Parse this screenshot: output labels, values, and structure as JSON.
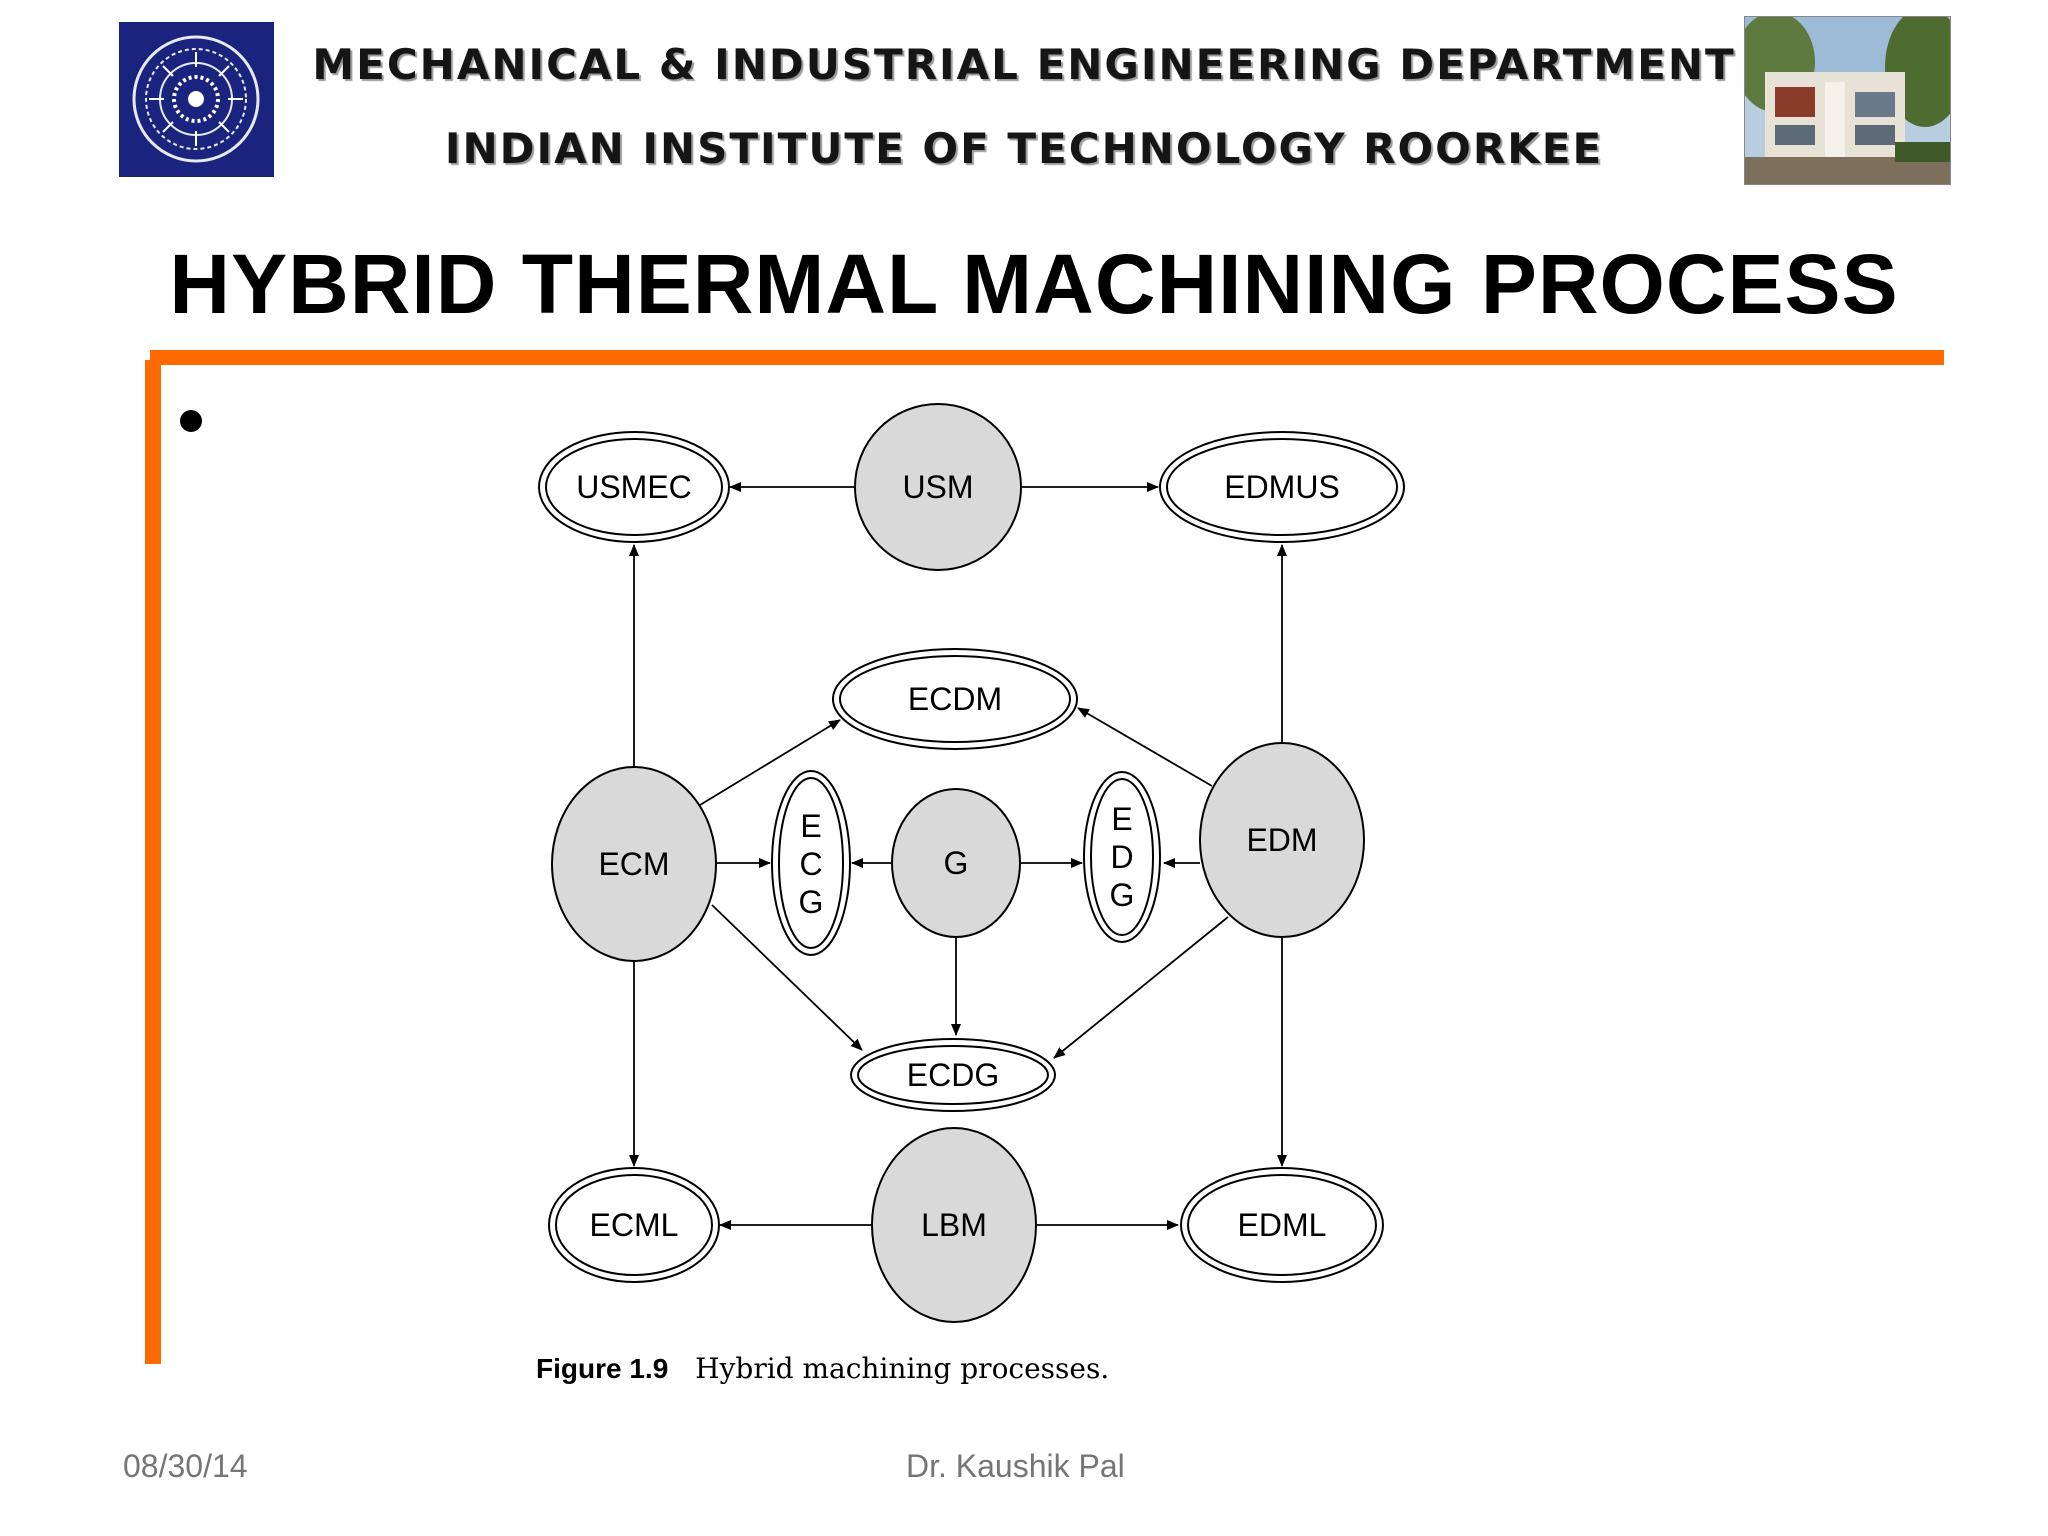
{
  "header": {
    "department": "MECHANICAL & INDUSTRIAL ENGINEERING DEPARTMENT",
    "institute": "INDIAN INSTITUTE OF TECHNOLOGY ROORKEE"
  },
  "slide": {
    "title": "HYBRID THERMAL MACHINING PROCESS"
  },
  "colors": {
    "accent": "#ff6a00",
    "process_fill": "#d9d9d9",
    "logo_blue": "#1a237e"
  },
  "diagram": {
    "nodes": {
      "usmec": "USMEC",
      "usm": "USM",
      "edmus": "EDMUS",
      "ecdm": "ECDM",
      "ecm": "ECM",
      "ecg": [
        "E",
        "C",
        "G"
      ],
      "g": "G",
      "edg": [
        "E",
        "D",
        "G"
      ],
      "edm": "EDM",
      "ecdg": "ECDG",
      "ecml": "ECML",
      "lbm": "LBM",
      "edml": "EDML"
    },
    "edges": [
      [
        "USM",
        "USMEC"
      ],
      [
        "USM",
        "EDMUS"
      ],
      [
        "ECM",
        "USMEC"
      ],
      [
        "EDM",
        "EDMUS"
      ],
      [
        "ECM",
        "ECDM"
      ],
      [
        "EDM",
        "ECDM"
      ],
      [
        "ECM",
        "ECG"
      ],
      [
        "G",
        "ECG"
      ],
      [
        "G",
        "EDG"
      ],
      [
        "EDM",
        "EDG"
      ],
      [
        "G",
        "ECDG"
      ],
      [
        "ECM",
        "ECDG"
      ],
      [
        "EDM",
        "ECDG"
      ],
      [
        "ECM",
        "ECML"
      ],
      [
        "LBM",
        "ECML"
      ],
      [
        "LBM",
        "EDML"
      ],
      [
        "EDM",
        "EDML"
      ]
    ]
  },
  "caption": {
    "figure_number": "Figure 1.9",
    "text": "Hybrid machining processes."
  },
  "footer": {
    "date": "08/30/14",
    "author": "Dr. Kaushik Pal"
  }
}
